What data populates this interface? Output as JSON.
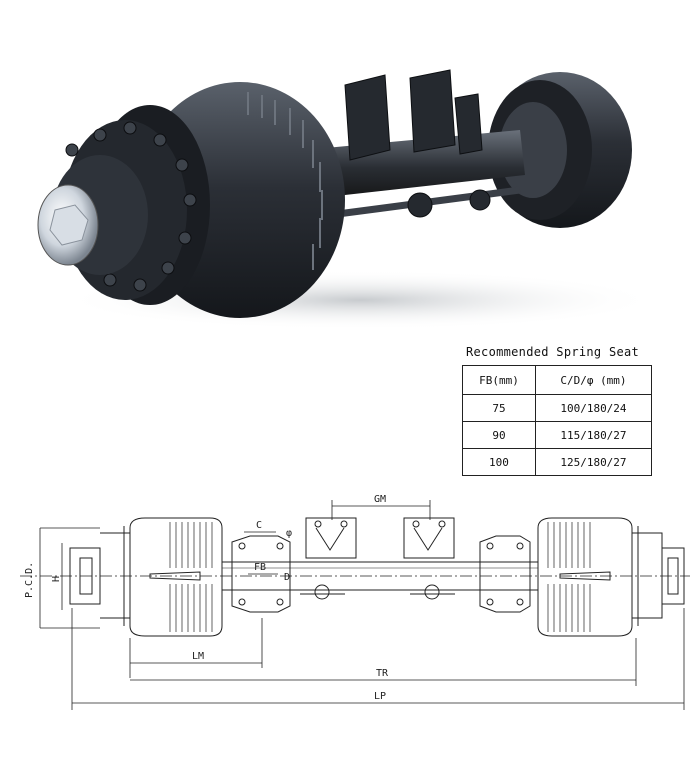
{
  "table": {
    "title": "Recommended Spring Seat",
    "headers": [
      "FB(mm)",
      "C/D/φ (mm)"
    ],
    "rows": [
      [
        "75",
        "100/180/24"
      ],
      [
        "90",
        "115/180/27"
      ],
      [
        "100",
        "125/180/27"
      ]
    ]
  },
  "drawing_labels": {
    "gm": "GM",
    "c": "C",
    "phi": "φ",
    "fb": "FB",
    "d": "D",
    "pcd": "P.C.D.",
    "h": "H",
    "lm": "LM",
    "tr": "TR",
    "lp": "LP"
  },
  "colors": {
    "drum": "#2b2f36",
    "drum_light": "#4a505a",
    "hub_cap": "#e8edf2",
    "line": "#222222"
  }
}
